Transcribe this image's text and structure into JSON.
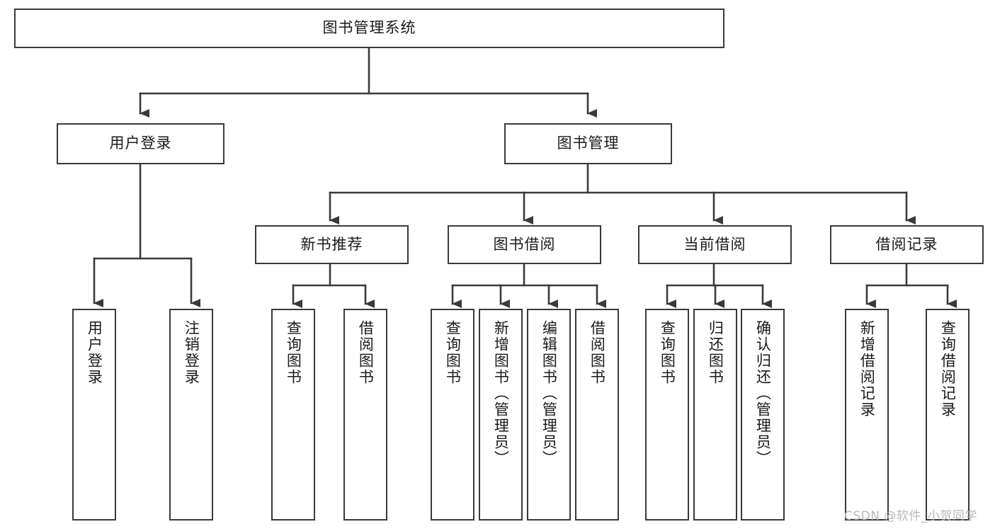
{
  "diagram": {
    "title": "图书管理系统",
    "type": "tree-hierarchy-chart",
    "watermark": "CSDN @软件_小贺同学",
    "colors": {
      "box_border": "#3a3a3a",
      "box_fill": "#ffffff",
      "connector": "#3a3a3a",
      "text": "#1a1a1a",
      "watermark": "#b9b9b9",
      "background": "#ffffff"
    },
    "nodes": {
      "root": {
        "label": "图书管理系统",
        "orientation": "horizontal"
      },
      "level2": [
        {
          "id": "user-login",
          "label": "用户登录",
          "orientation": "horizontal"
        },
        {
          "id": "book-manage",
          "label": "图书管理",
          "orientation": "horizontal"
        }
      ],
      "level3": [
        {
          "id": "new-book-recommend",
          "label": "新书推荐",
          "orientation": "horizontal"
        },
        {
          "id": "book-borrow",
          "label": "图书借阅",
          "orientation": "horizontal"
        },
        {
          "id": "current-borrow",
          "label": "当前借阅",
          "orientation": "horizontal"
        },
        {
          "id": "borrow-record",
          "label": "借阅记录",
          "orientation": "horizontal"
        }
      ],
      "leaves": [
        {
          "id": "leaf-user-login",
          "label": "用户登录",
          "parent": "user-login",
          "orientation": "vertical"
        },
        {
          "id": "leaf-logout-login",
          "label": "注销登录",
          "parent": "user-login",
          "orientation": "vertical"
        },
        {
          "id": "leaf-query-book-1",
          "label": "查询图书",
          "parent": "new-book-recommend",
          "orientation": "vertical"
        },
        {
          "id": "leaf-borrow-book-1",
          "label": "借阅图书",
          "parent": "new-book-recommend",
          "orientation": "vertical"
        },
        {
          "id": "leaf-query-book-2",
          "label": "查询图书",
          "parent": "book-borrow",
          "orientation": "vertical"
        },
        {
          "id": "leaf-add-book",
          "label": "新增图书（管理员）",
          "parent": "book-borrow",
          "orientation": "vertical"
        },
        {
          "id": "leaf-edit-book",
          "label": "编辑图书（管理员）",
          "parent": "book-borrow",
          "orientation": "vertical"
        },
        {
          "id": "leaf-borrow-book-2",
          "label": "借阅图书",
          "parent": "book-borrow",
          "orientation": "vertical"
        },
        {
          "id": "leaf-query-book-3",
          "label": "查询图书",
          "parent": "current-borrow",
          "orientation": "vertical"
        },
        {
          "id": "leaf-return-book",
          "label": "归还图书",
          "parent": "current-borrow",
          "orientation": "vertical"
        },
        {
          "id": "leaf-confirm-return",
          "label": "确认归还（管理员）",
          "parent": "current-borrow",
          "orientation": "vertical"
        },
        {
          "id": "leaf-add-record",
          "label": "新增借阅记录",
          "parent": "borrow-record",
          "orientation": "vertical"
        },
        {
          "id": "leaf-query-record",
          "label": "查询借阅记录",
          "parent": "borrow-record",
          "orientation": "vertical"
        }
      ]
    }
  }
}
